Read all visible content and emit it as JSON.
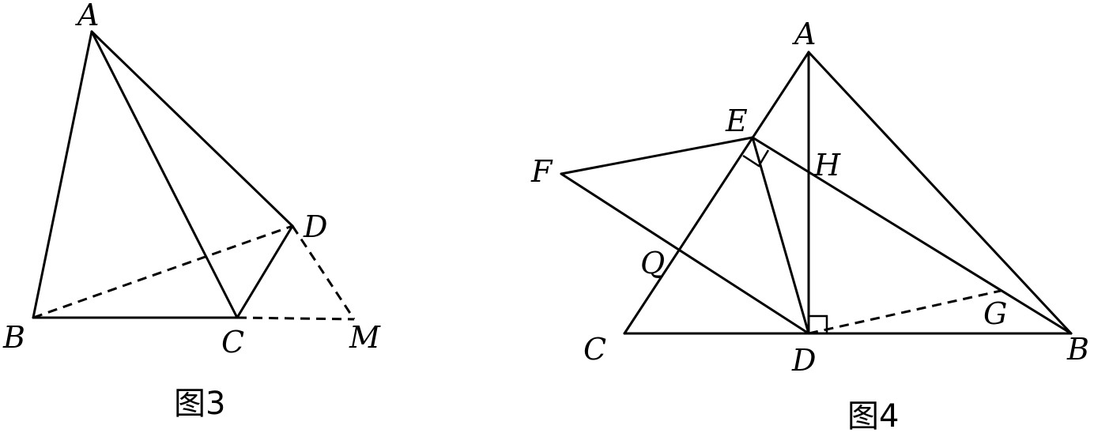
{
  "figure3": {
    "caption": "图3",
    "points": [
      {
        "id": "A",
        "label": "A"
      },
      {
        "id": "B",
        "label": "B"
      },
      {
        "id": "C",
        "label": "C"
      },
      {
        "id": "D",
        "label": "D"
      },
      {
        "id": "M",
        "label": "M"
      }
    ],
    "segments": [
      {
        "from": "A",
        "to": "B",
        "style": "solid"
      },
      {
        "from": "A",
        "to": "C",
        "style": "solid"
      },
      {
        "from": "A",
        "to": "D",
        "style": "solid"
      },
      {
        "from": "B",
        "to": "C",
        "style": "solid"
      },
      {
        "from": "C",
        "to": "D",
        "style": "solid"
      },
      {
        "from": "B",
        "to": "D",
        "style": "dashed"
      },
      {
        "from": "D",
        "to": "M",
        "style": "dashed"
      },
      {
        "from": "C",
        "to": "M",
        "style": "dashed"
      }
    ]
  },
  "figure4": {
    "caption": "图4",
    "points": [
      {
        "id": "A",
        "label": "A"
      },
      {
        "id": "B",
        "label": "B"
      },
      {
        "id": "C",
        "label": "C"
      },
      {
        "id": "D",
        "label": "D"
      },
      {
        "id": "E",
        "label": "E"
      },
      {
        "id": "F",
        "label": "F"
      },
      {
        "id": "G",
        "label": "G"
      },
      {
        "id": "H",
        "label": "H"
      },
      {
        "id": "Q",
        "label": "Q"
      }
    ],
    "segments": [
      {
        "from": "A",
        "to": "C",
        "style": "solid"
      },
      {
        "from": "A",
        "to": "B",
        "style": "solid"
      },
      {
        "from": "C",
        "to": "B",
        "style": "solid"
      },
      {
        "from": "A",
        "to": "D",
        "style": "solid"
      },
      {
        "from": "E",
        "to": "D",
        "style": "solid"
      },
      {
        "from": "E",
        "to": "B",
        "style": "solid"
      },
      {
        "from": "F",
        "to": "E",
        "style": "solid"
      },
      {
        "from": "F",
        "to": "D",
        "style": "solid"
      },
      {
        "from": "D",
        "to": "G",
        "style": "dashed"
      }
    ],
    "right_angles": [
      "D",
      "E"
    ]
  }
}
